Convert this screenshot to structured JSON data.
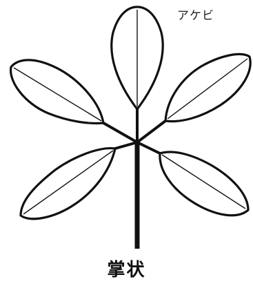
{
  "plant_name": "アケビ",
  "caption": "掌状",
  "leaflet_count": 5,
  "colors": {
    "outline": "#111111",
    "background": "#ffffff",
    "text": "#222222"
  }
}
